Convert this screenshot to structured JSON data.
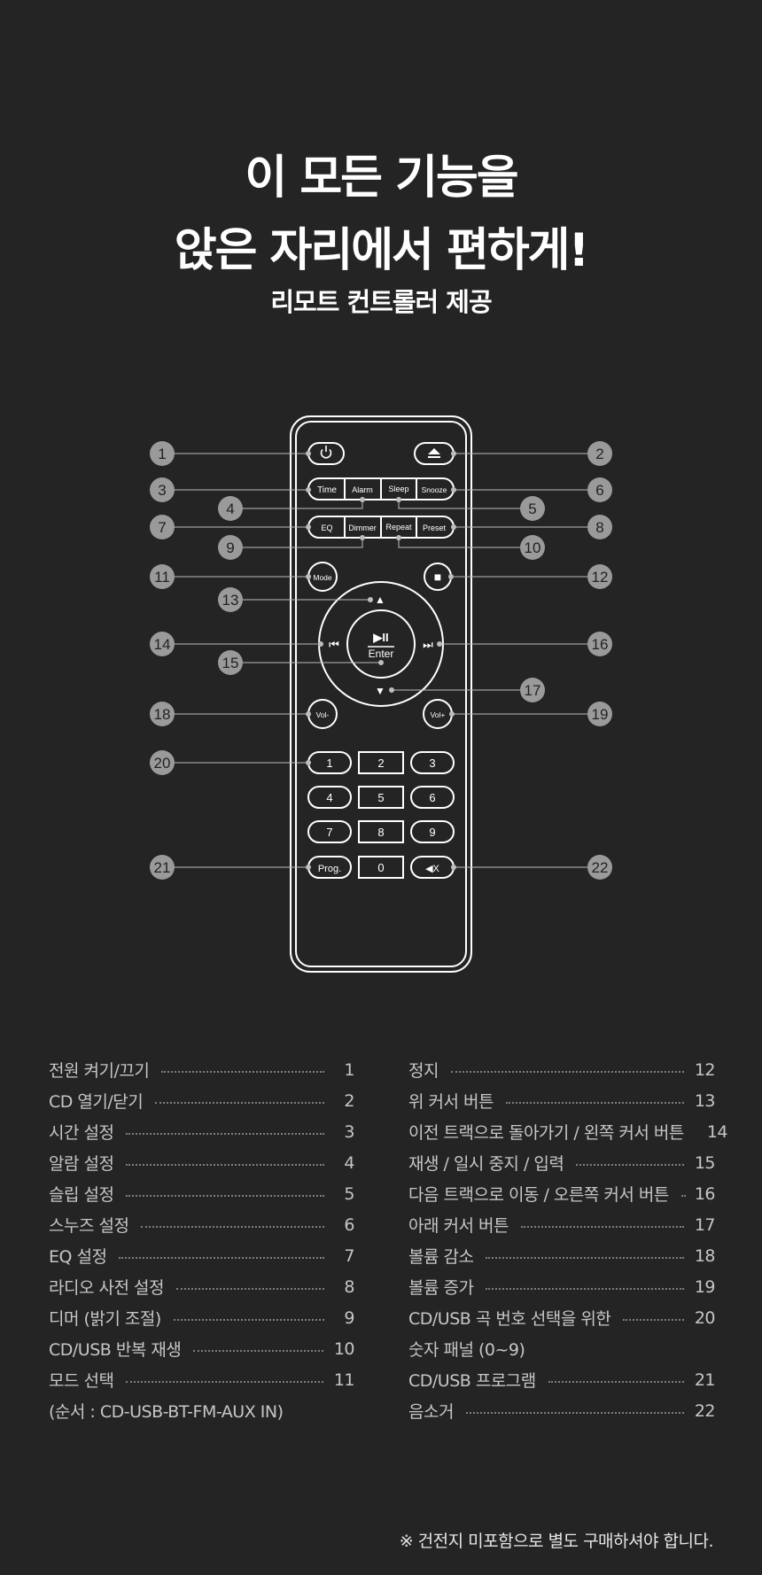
{
  "heading": {
    "line1": "이 모든 기능을",
    "line2": "앉은 자리에서 편하게!",
    "subtitle": "리모트 컨트롤러 제공"
  },
  "remote": {
    "keys": {
      "power_icon": "power-icon",
      "eject_icon": "eject-icon",
      "time": "Time",
      "alarm": "Alarm",
      "sleep": "Sleep",
      "snooze": "Snooze",
      "eq": "EQ",
      "dimmer": "Dimmer",
      "repeat": "Repeat",
      "preset": "Preset",
      "mode": "Mode",
      "stop": "■",
      "up": "▲",
      "down": "▼",
      "prev": "⏮",
      "next": "⏭",
      "play_pause": "▶II",
      "enter": "Enter",
      "vol_down": "Vol-",
      "vol_up": "Vol+",
      "digits": [
        "1",
        "2",
        "3",
        "4",
        "5",
        "6",
        "7",
        "8",
        "9"
      ],
      "prog": "Prog.",
      "zero": "0",
      "mute": "◀X"
    },
    "callouts": [
      "1",
      "2",
      "3",
      "4",
      "5",
      "6",
      "7",
      "8",
      "9",
      "10",
      "11",
      "12",
      "13",
      "14",
      "15",
      "16",
      "17",
      "18",
      "19",
      "20",
      "21",
      "22"
    ]
  },
  "functions_left": [
    {
      "label": "전원 켜기/끄기",
      "num": "1"
    },
    {
      "label": "CD 열기/닫기",
      "num": "2"
    },
    {
      "label": "시간 설정",
      "num": "3"
    },
    {
      "label": "알람 설정",
      "num": "4"
    },
    {
      "label": "슬립 설정",
      "num": "5"
    },
    {
      "label": "스누즈 설정",
      "num": "6"
    },
    {
      "label": "EQ 설정",
      "num": "7"
    },
    {
      "label": "라디오 사전 설정",
      "num": "8"
    },
    {
      "label": "디머 (밝기 조절)",
      "num": "9"
    },
    {
      "label": "CD/USB 반복 재생",
      "num": "10"
    },
    {
      "label": "모드 선택",
      "num": "11"
    },
    {
      "label": "(순서 : CD-USB-BT-FM-AUX IN)",
      "num": ""
    }
  ],
  "functions_right": [
    {
      "label": "정지",
      "num": "12"
    },
    {
      "label": "위 커서 버튼",
      "num": "13"
    },
    {
      "label": "이전 트랙으로 돌아가기 / 왼쪽 커서 버튼",
      "num": "14"
    },
    {
      "label": "재생 / 일시 중지 / 입력",
      "num": "15"
    },
    {
      "label": "다음 트랙으로 이동 / 오른쪽 커서 버튼",
      "num": "16"
    },
    {
      "label": "아래 커서 버튼",
      "num": "17"
    },
    {
      "label": "볼륨 감소",
      "num": "18"
    },
    {
      "label": "볼륨 증가",
      "num": "19"
    },
    {
      "label": "CD/USB 곡 번호 선택을 위한",
      "num": "20"
    },
    {
      "label": "숫자 패널 (0~9)",
      "num": ""
    },
    {
      "label": "CD/USB 프로그램",
      "num": "21"
    },
    {
      "label": "음소거",
      "num": "22"
    }
  ],
  "note": "※ 건전지 미포함으로 별도 구매하셔야 합니다.",
  "colors": {
    "background": "#242424",
    "line": "#ffffff",
    "callout_fill": "#9a9a9a",
    "list_text": "#c6c6c6"
  }
}
